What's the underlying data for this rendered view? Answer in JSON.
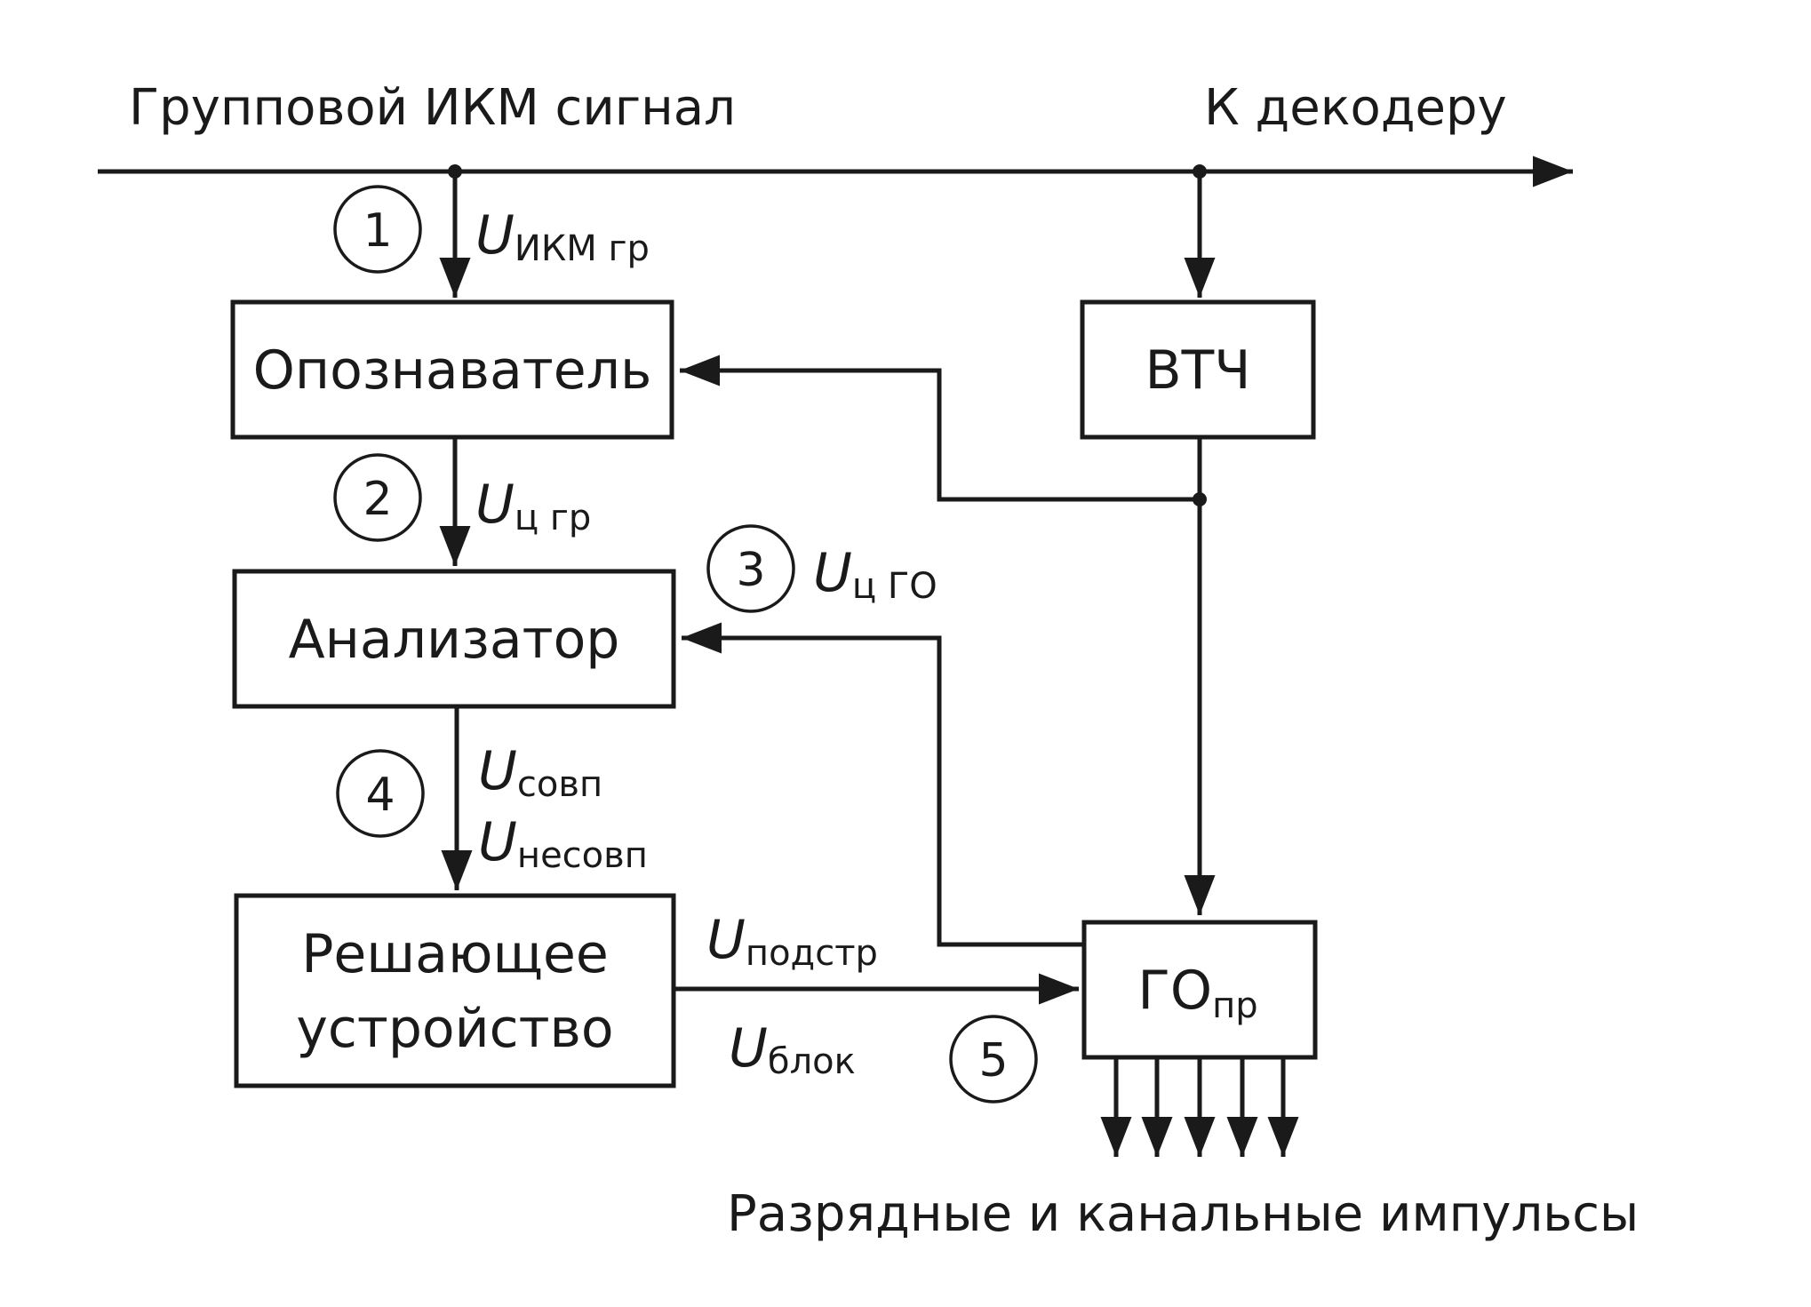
{
  "top": {
    "input_label": "Групповой ИКМ сигнал",
    "output_label": "К декодеру"
  },
  "blocks": {
    "recognizer": "Опознаватель",
    "analyzer": "Анализатор",
    "decision_line1": "Решающее",
    "decision_line2": "устройство",
    "vtch": "ВТЧ",
    "go_main": "ГО",
    "go_sub": "пр"
  },
  "signals": {
    "s1_main": "U",
    "s1_sub": "ИКМ гр",
    "s2_main": "U",
    "s2_sub": "ц гр",
    "s3_main": "U",
    "s3_sub": "ц ГО",
    "s4a_main": "U",
    "s4a_sub": "совп",
    "s4b_main": "U",
    "s4b_sub": "несовп",
    "s5a_main": "U",
    "s5a_sub": "подстр",
    "s5b_main": "U",
    "s5b_sub": "блок"
  },
  "markers": [
    "1",
    "2",
    "3",
    "4",
    "5"
  ],
  "bottom": {
    "output_label": "Разрядные и канальные импульсы"
  }
}
